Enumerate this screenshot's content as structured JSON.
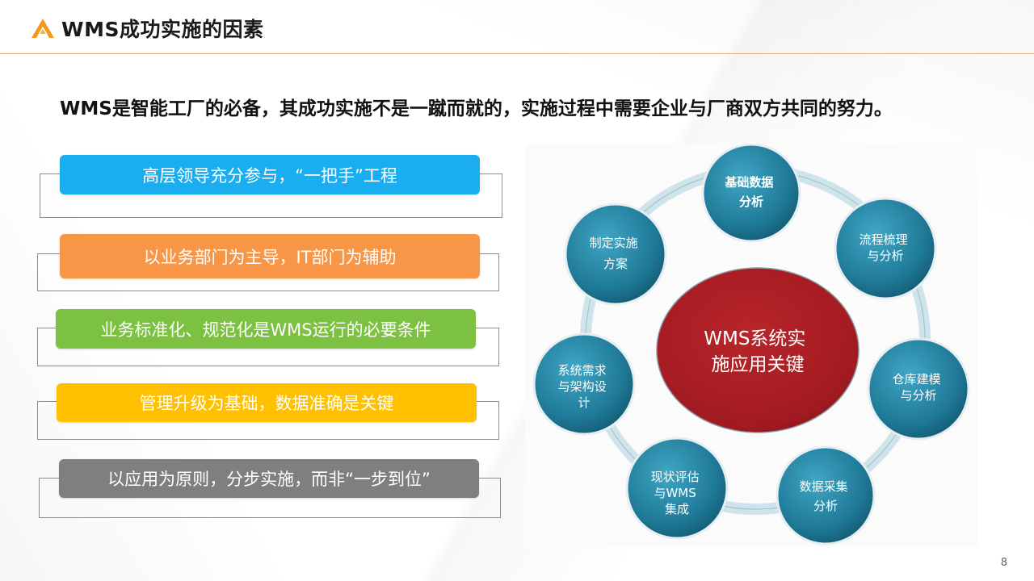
{
  "slide": {
    "title": "WMS成功实施的因素",
    "subtitle": "WMS是智能工厂的必备，其成功实施不是一蹴而就的，实施过程中需要企业与厂商双方共同的努力。",
    "page_number": "8"
  },
  "factors": [
    {
      "label": "高层领导充分参与，“一把手”工程",
      "color": "#1aaef0"
    },
    {
      "label": "以业务部门为主导，IT部门为辅助",
      "color": "#f79646"
    },
    {
      "label": "业务标准化、规范化是WMS运行的必要条件",
      "color": "#7dc142"
    },
    {
      "label": "管理升级为基础，数据准确是关键",
      "color": "#ffc000"
    },
    {
      "label": "以应用为原则，分步实施，而非“一步到位”",
      "color": "#7f7f7f"
    }
  ],
  "diagram": {
    "center_lines": [
      "WMS系统实",
      "施应用关键"
    ],
    "center_color": "#a21a21",
    "node_color": "#1f7a98",
    "nodes": [
      {
        "lines": [
          "基础数据",
          "分析"
        ],
        "bold": true
      },
      {
        "lines": [
          "流程梳理",
          "与分析"
        ]
      },
      {
        "lines": [
          "仓库建模",
          "与分析"
        ]
      },
      {
        "lines": [
          "数据采集",
          "分析"
        ]
      },
      {
        "lines": [
          "现状评估",
          "与WMS",
          "集成"
        ]
      },
      {
        "lines": [
          "系统需求",
          "与架构设",
          "计"
        ]
      },
      {
        "lines": [
          "制定实施",
          "方案"
        ]
      }
    ]
  }
}
